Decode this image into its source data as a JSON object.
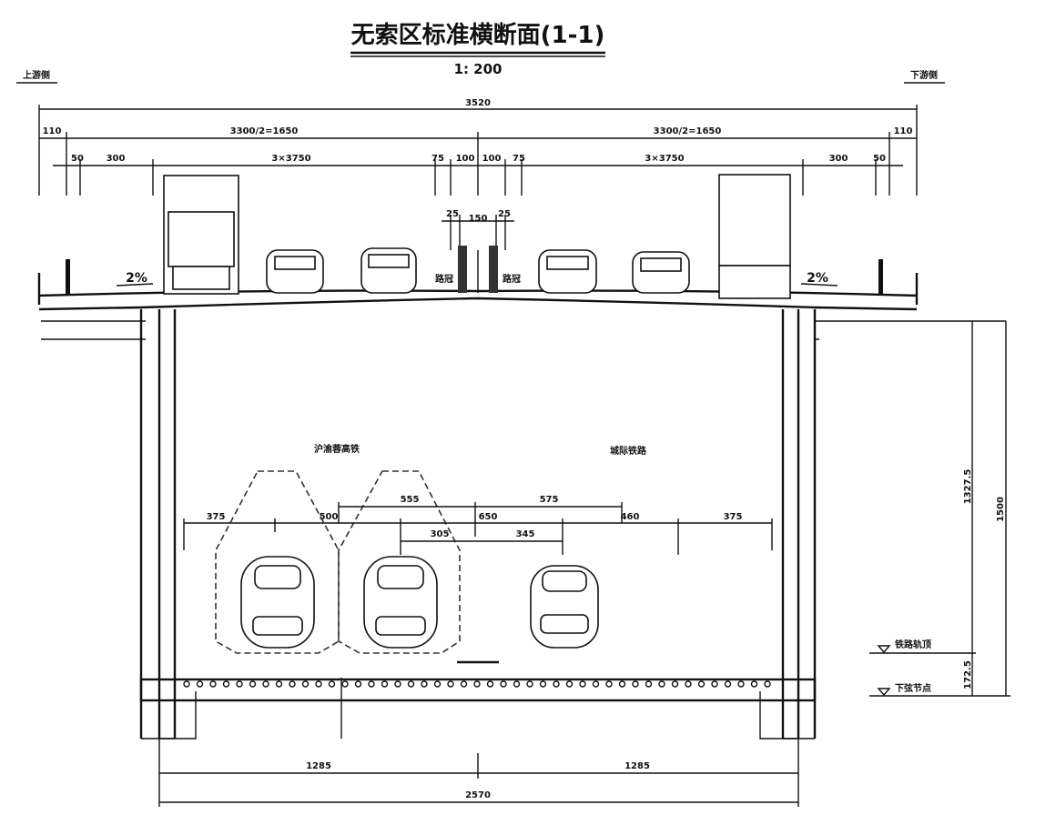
{
  "title": "无索区标准横断面(1-1)",
  "scale": "1: 200",
  "side_left": "上游侧",
  "side_right": "下游侧",
  "dims_top": {
    "total": "3520",
    "edge_left": "110",
    "half_left": "3300/2=1650",
    "half_right": "3300/2=1650",
    "edge_right": "110",
    "row3": [
      "50",
      "300",
      "3×3750",
      "75",
      "100",
      "100",
      "75",
      "3×3750",
      "300",
      "50"
    ],
    "median": [
      "25",
      "150",
      "25"
    ]
  },
  "slope_left": "2%",
  "slope_right": "2%",
  "crown_left": "路冠",
  "crown_right": "路冠",
  "rail_labels": {
    "left": "沪渝蓉高铁",
    "right": "城际铁路"
  },
  "dims_rail": {
    "row1": [
      "555",
      "575"
    ],
    "row2": [
      "375",
      "500",
      "650",
      "460",
      "375"
    ],
    "row3": [
      "305",
      "345"
    ]
  },
  "dims_vertical": {
    "upper": "1327.5",
    "lower": "172.5",
    "total": "1500"
  },
  "levels": {
    "rail_top": "铁路轨顶",
    "bottom_chord": "下弦节点"
  },
  "dims_bottom": {
    "left": "1285",
    "right": "1285",
    "total": "2570"
  }
}
